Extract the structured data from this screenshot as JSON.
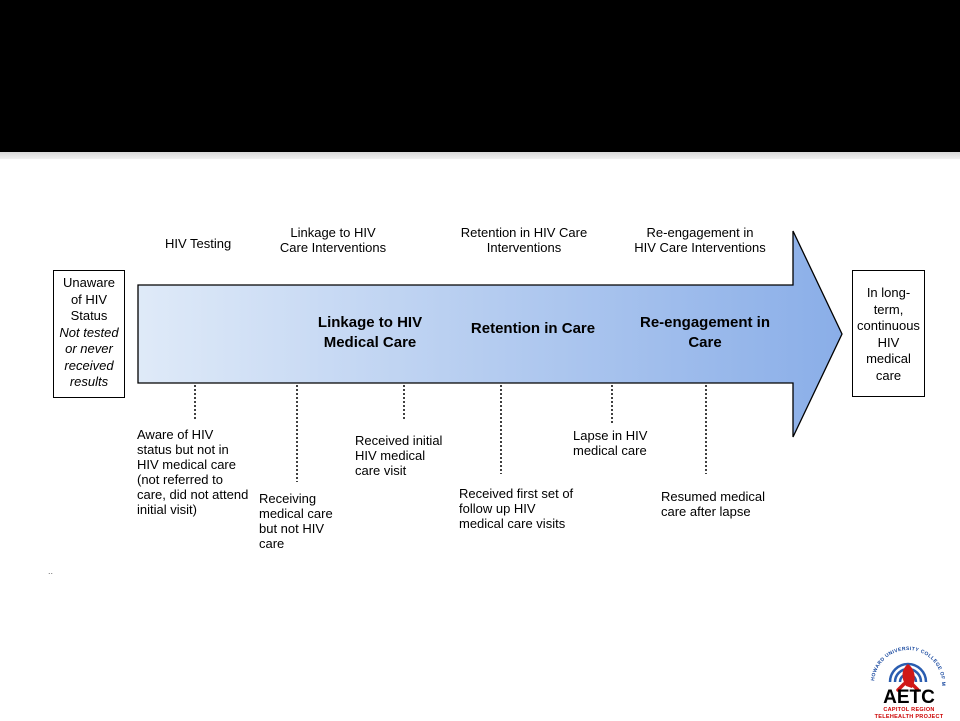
{
  "colors": {
    "arrow_light": "#dfeaf8",
    "arrow_dark": "#8aaee8",
    "title_bar": "#000000"
  },
  "left_box": {
    "lines": [
      "Unaware",
      "of HIV",
      "Status"
    ],
    "italic_lines": [
      "Not tested",
      "or never",
      "received",
      "results"
    ]
  },
  "right_box": {
    "lines": [
      "In long-",
      "term,",
      "continuous",
      "HIV",
      "medical",
      "care"
    ]
  },
  "interventions": [
    {
      "lines": [
        "HIV Testing"
      ]
    },
    {
      "lines": [
        "Linkage to HIV",
        "Care Interventions"
      ]
    },
    {
      "lines": [
        "Retention in HIV Care",
        "Interventions"
      ]
    },
    {
      "lines": [
        "Re-engagement in",
        "HIV Care Interventions"
      ]
    }
  ],
  "stages": [
    {
      "lines": [
        "Linkage to HIV",
        "Medical Care"
      ]
    },
    {
      "lines": [
        "Retention in Care"
      ]
    },
    {
      "lines": [
        "Re-engagement in",
        "Care"
      ]
    }
  ],
  "milestones": [
    {
      "lines": [
        "Aware of HIV",
        "status but not in",
        "HIV medical care",
        "(not referred to",
        "care, did not attend",
        "initial visit)"
      ]
    },
    {
      "lines": [
        "Receiving",
        "medical care",
        "but not HIV",
        "care"
      ]
    },
    {
      "lines": [
        "Received initial",
        "HIV medical",
        "care visit"
      ]
    },
    {
      "lines": [
        "Received first set of",
        "follow up HIV",
        "medical care visits"
      ]
    },
    {
      "lines": [
        "Lapse in HIV",
        "medical care"
      ]
    },
    {
      "lines": [
        "Resumed medical",
        "care after lapse"
      ]
    }
  ],
  "footnote_mark": "..",
  "logo": {
    "icon": "hiv-ribbon-icon",
    "arc_text": "HOWARD UNIVERSITY COLLEGE OF MEDICINE",
    "name": "AETC",
    "sub1": "CAPITOL REGION",
    "sub2": "TELEHEALTH PROJECT"
  }
}
